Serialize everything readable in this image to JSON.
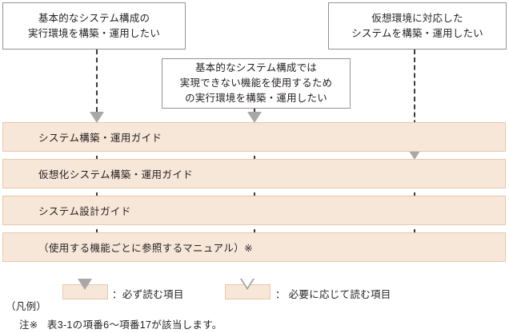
{
  "colors": {
    "bar_fill": "#f7e7d8",
    "bar_border": "#e8c8ab",
    "box_border": "#939393",
    "arrow_solid": "#a8a8a8",
    "arrow_hollow_outline": "#9e9e9e",
    "text": "#231f20",
    "dash": "#3b3b3b",
    "background": "#ffffff"
  },
  "goal_boxes": [
    {
      "id": "basic-system-runtime",
      "lines": [
        "基本的なシステム構成の",
        "実行環境を構築・運用したい"
      ]
    },
    {
      "id": "beyond-basic-system-runtime",
      "lines": [
        "基本的なシステム構成では",
        "実現できない機能を使用するため",
        "の実行環境を構築・運用したい"
      ]
    },
    {
      "id": "virtual-environment-system",
      "lines": [
        "仮想環境に対応した",
        "システムを構築・運用したい"
      ]
    }
  ],
  "guide_bars": [
    {
      "id": "system-build-operation-guide",
      "label": "システム構築・運用ガイド"
    },
    {
      "id": "virtualization-system-build-operation-guide",
      "label": "仮想化システム構築・運用ガイド"
    },
    {
      "id": "system-design-guide",
      "label": "システム設計ガイド"
    },
    {
      "id": "per-function-manual",
      "label": "（使用する機能ごとに参照するマニュアル）※"
    }
  ],
  "legend": {
    "title": "（凡例）",
    "entries": [
      {
        "marker": "solid-triangle",
        "separator": "：",
        "label": "必ず読む項目"
      },
      {
        "marker": "hollow-triangle",
        "separator": "：",
        "label": "必要に応じて読む項目"
      }
    ]
  },
  "footnote": {
    "marker": "注※",
    "text": "表3-1の項番6～項番17が該当します。"
  }
}
